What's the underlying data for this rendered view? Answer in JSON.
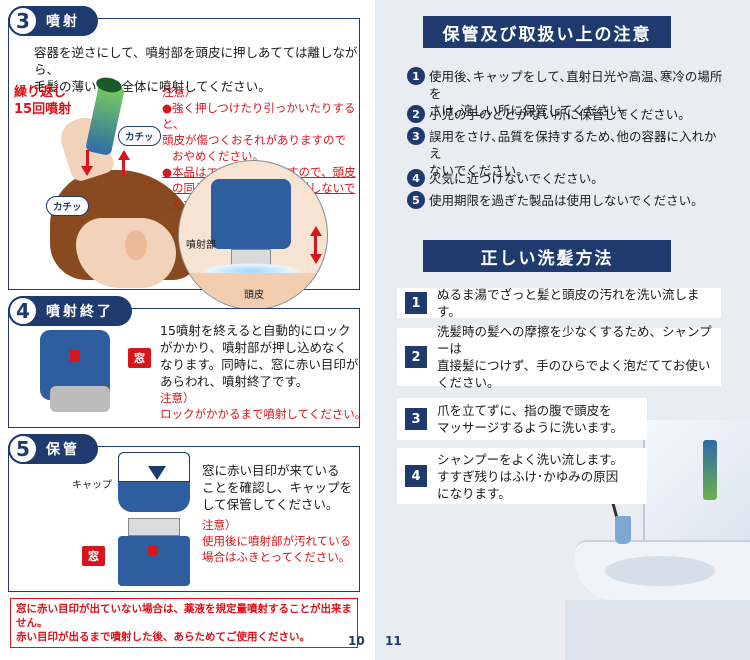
{
  "left": {
    "s3": {
      "num": "3",
      "label": "噴射",
      "lines": [
        "容器を逆さにして、噴射部を頭皮に押しあてては離しながら、",
        "毛髪の薄い部分全体に噴射してください。"
      ],
      "repeat1": "繰り返し",
      "repeat2": "15回噴射",
      "note_head": "注意）",
      "note1": [
        "●強く押しつけたり引っかいたりすると、",
        "頭皮が傷つくおそれがありますので",
        "おやめください。"
      ],
      "note2": [
        "●本品はエアゾール剤ですので、頭皮",
        "の同じ箇所に連続して噴射しないで",
        "ください。"
      ],
      "katchi": "カチッ",
      "nozzle_label": "噴射部",
      "scalp_label": "頭皮"
    },
    "s4": {
      "num": "4",
      "label": "噴射終了",
      "lines": [
        "15噴射を終えると自動的にロック",
        "がかかり、噴射部が押し込めなく",
        "なります。同時に、窓に赤い目印が",
        "あらわれ、噴射終了です。"
      ],
      "note_head": "注意）",
      "note": "ロックがかかるまで噴射してください。",
      "window": "窓"
    },
    "s5": {
      "num": "5",
      "label": "保管",
      "lines": [
        "窓に赤い目印が来ている",
        "ことを確認し、キャップを",
        "して保管してください。"
      ],
      "note_head": "注意）",
      "note": [
        "使用後に噴射部が汚れている",
        "場合はふきとってください。"
      ],
      "cap": "キャップ",
      "window": "窓"
    },
    "warning": [
      "窓に赤い目印が出ていない場合は、薬液を規定量噴射することが出来ません。",
      "赤い目印が出るまで噴射した後、あらためてご使用ください。"
    ],
    "page": "10"
  },
  "right": {
    "caution_title": "保管及び取扱い上の注意",
    "cautions": [
      {
        "n": "1",
        "text": [
          "使用後､キャップをして､直射日光や高温､寒冷の場所を",
          "さけ､涼しい所に保管してください。"
        ]
      },
      {
        "n": "2",
        "text": [
          "小児の手のとどかない所に保管してください。"
        ]
      },
      {
        "n": "3",
        "text": [
          "誤用をさけ､品質を保持するため､他の容器に入れかえ",
          "ないでください。"
        ]
      },
      {
        "n": "4",
        "text": [
          "火気に近づけないでください。"
        ]
      },
      {
        "n": "5",
        "text": [
          "使用期限を過ぎた製品は使用しないでください。"
        ]
      }
    ],
    "wash_title": "正しい洗髪方法",
    "steps": [
      {
        "n": "1",
        "text": [
          "ぬるま湯でざっと髪と頭皮の汚れを洗い流します。"
        ]
      },
      {
        "n": "2",
        "text": [
          "洗髪時の髪への摩擦を少なくするため、シャンプーは",
          "直接髪につけず、手のひらでよく泡だててお使い",
          "ください。"
        ]
      },
      {
        "n": "3",
        "text": [
          "爪を立てずに、指の腹で頭皮を",
          "マッサージするように洗います。"
        ]
      },
      {
        "n": "4",
        "text": [
          "シャンプーをよく洗い流します。",
          "すすぎ残りはふけ･かゆみの原因",
          "になります。"
        ]
      }
    ],
    "page": "11"
  },
  "colors": {
    "navy": "#1e3a6e",
    "red": "#d8141c",
    "bg_right": "#e9ecf1"
  }
}
